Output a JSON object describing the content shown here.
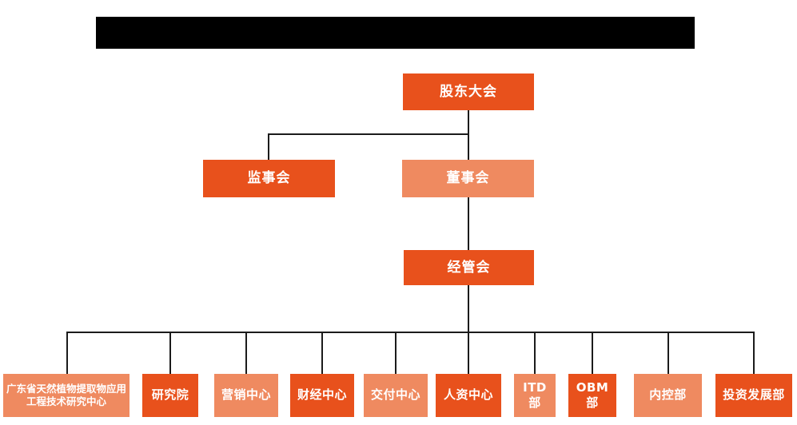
{
  "colors": {
    "primary": "#E8511C",
    "secondary": "#EF8A60",
    "line": "#1b1b1b",
    "text": "#ffffff",
    "redacted": "#000000"
  },
  "org_chart": {
    "type": "organization-hierarchy",
    "nodes": [
      {
        "id": "shareholders-meeting",
        "label": "股东大会",
        "level": 1,
        "variant": "primary",
        "parent": null
      },
      {
        "id": "supervisory-board",
        "label": "监事会",
        "level": 2,
        "variant": "primary",
        "parent": "shareholders-meeting"
      },
      {
        "id": "board-of-directors",
        "label": "董事会",
        "level": 2,
        "variant": "secondary",
        "parent": "shareholders-meeting"
      },
      {
        "id": "management-committee",
        "label": "经管会",
        "level": 3,
        "variant": "primary",
        "parent": "board-of-directors"
      },
      {
        "id": "research-center",
        "label": "广东省天然植物提取物应用工程技术研究中心",
        "level": 4,
        "variant": "secondary",
        "parent": "management-committee"
      },
      {
        "id": "research-institute",
        "label": "研究院",
        "level": 4,
        "variant": "primary",
        "parent": "management-committee"
      },
      {
        "id": "marketing-center",
        "label": "营销中心",
        "level": 4,
        "variant": "secondary",
        "parent": "management-committee"
      },
      {
        "id": "finance-center",
        "label": "财经中心",
        "level": 4,
        "variant": "primary",
        "parent": "management-committee"
      },
      {
        "id": "delivery-center",
        "label": "交付中心",
        "level": 4,
        "variant": "secondary",
        "parent": "management-committee"
      },
      {
        "id": "hr-center",
        "label": "人资中心",
        "level": 4,
        "variant": "primary",
        "parent": "management-committee"
      },
      {
        "id": "itd-department",
        "label": "ITD部",
        "level": 4,
        "variant": "secondary",
        "parent": "management-committee"
      },
      {
        "id": "obm-department",
        "label": "OBM部",
        "level": 4,
        "variant": "primary",
        "parent": "management-committee"
      },
      {
        "id": "internal-control",
        "label": "内控部",
        "level": 4,
        "variant": "secondary",
        "parent": "management-committee"
      },
      {
        "id": "investment-development",
        "label": "投资发展部",
        "level": 4,
        "variant": "primary",
        "parent": "management-committee"
      }
    ]
  }
}
